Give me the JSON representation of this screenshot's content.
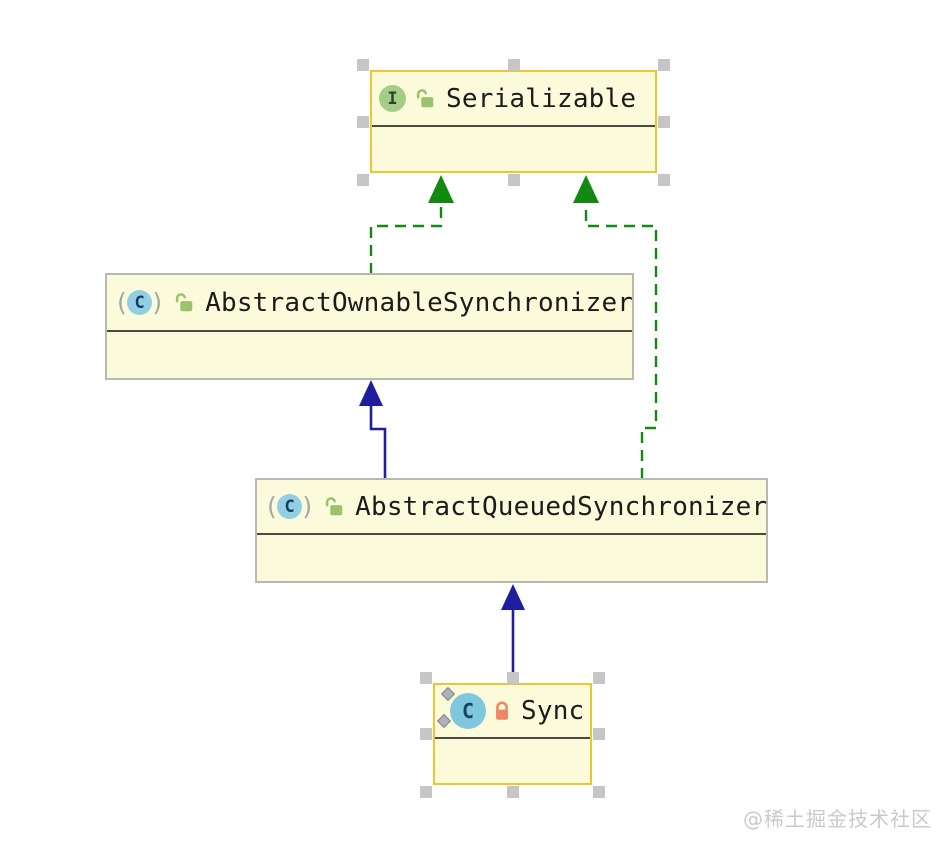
{
  "diagram": {
    "nodes": [
      {
        "name": "Serializable",
        "kind": "interface",
        "icon_letter": "I",
        "visibility": "public",
        "selected": true
      },
      {
        "name": "AbstractOwnableSynchronizer",
        "kind": "class",
        "icon_letter": "C",
        "visibility": "public",
        "selected": false
      },
      {
        "name": "AbstractQueuedSynchronizer",
        "kind": "class",
        "icon_letter": "C",
        "visibility": "public",
        "selected": false
      },
      {
        "name": "Sync",
        "kind": "class",
        "icon_letter": "C",
        "visibility": "private",
        "selected": true
      }
    ],
    "edges": [
      {
        "from": "AbstractOwnableSynchronizer",
        "to": "Serializable",
        "relation": "implements",
        "line": "dashed",
        "color": "#128A12"
      },
      {
        "from": "AbstractQueuedSynchronizer",
        "to": "Serializable",
        "relation": "implements",
        "line": "dashed",
        "color": "#128A12"
      },
      {
        "from": "AbstractQueuedSynchronizer",
        "to": "AbstractOwnableSynchronizer",
        "relation": "extends",
        "line": "solid",
        "color": "#1E1E9E"
      },
      {
        "from": "Sync",
        "to": "AbstractQueuedSynchronizer",
        "relation": "extends",
        "line": "solid",
        "color": "#1E1E9E"
      }
    ],
    "punctuation": {
      "paren_open": "(",
      "paren_close": ")"
    },
    "colors": {
      "node_fill": "#FBFBDC",
      "node_border": "#B9B9AE",
      "selected_border": "#F0C330",
      "separator": "#4A4A42",
      "implements_edge": "#128A12",
      "extends_edge": "#1E1E9E",
      "interface_badge": "#A5CD87",
      "class_badge": "#92CFE4",
      "public_lock": "#9CC26D",
      "private_lock": "#EF8766",
      "selection_handle": "#C6C6C6"
    }
  },
  "watermark": {
    "text": "@稀土掘金技术社区"
  }
}
